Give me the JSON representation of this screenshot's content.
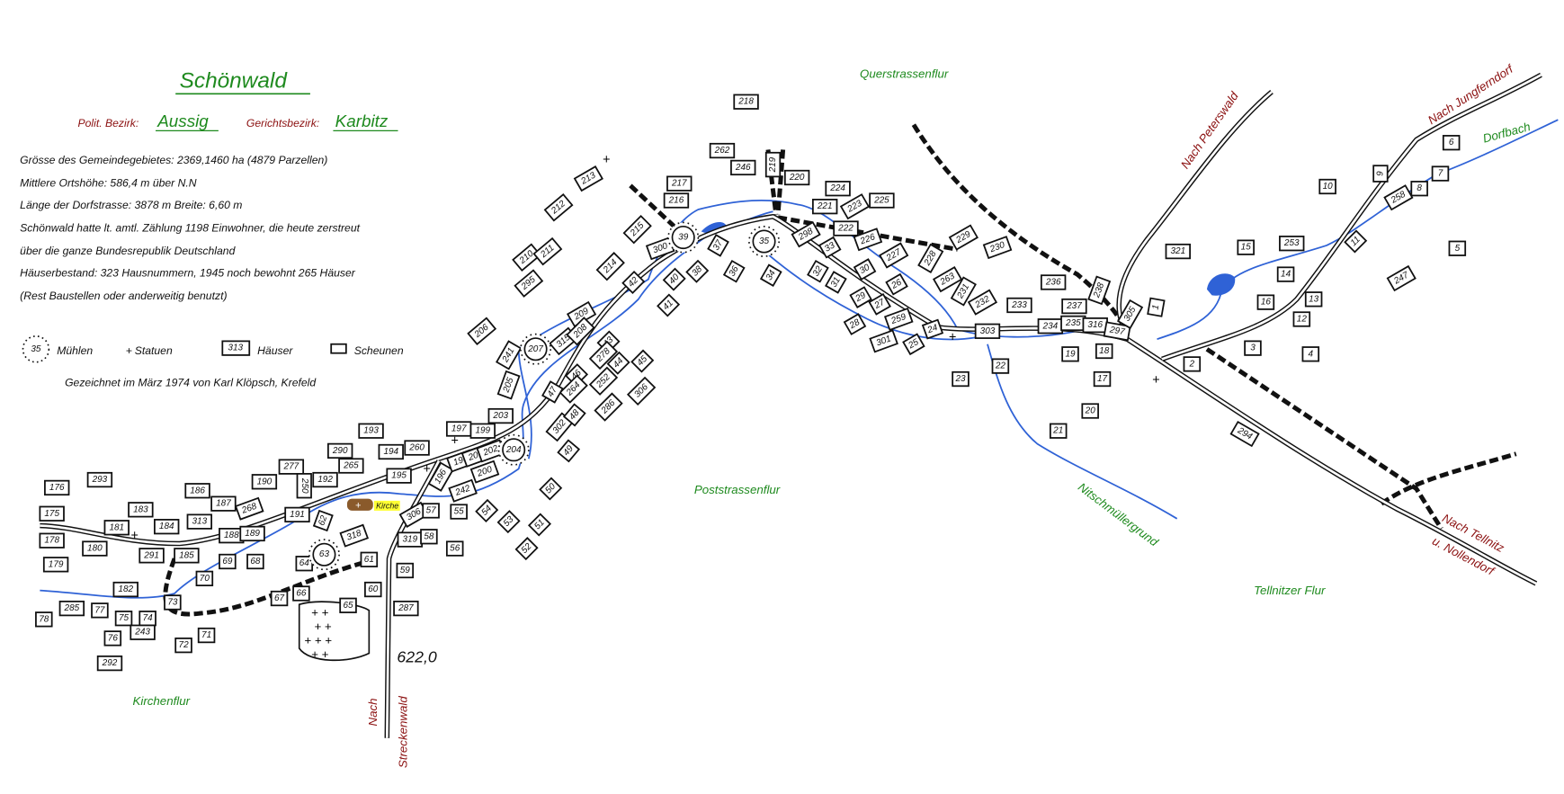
{
  "header": {
    "title": "Schönwald",
    "polit_label": "Polit. Bezirk:",
    "polit_value": "Aussig",
    "gericht_label": "Gerichtsbezirk:",
    "gericht_value": "Karbitz",
    "lines": [
      "Grösse des Gemeindegebietes: 2369,1460 ha (4879 Parzellen)",
      "Mittlere Ortshöhe: 586,4 m über N.N",
      "Länge der Dorfstrasse: 3878 m      Breite: 6,60 m",
      "Schönwald hatte lt. amtl. Zählung 1198 Einwohner, die heute zerstreut",
      "über die ganze Bundesrepublik Deutschland",
      "Häuserbestand: 323 Hausnummern, 1945 noch bewohnt 265 Häuser",
      "(Rest Baustellen oder anderweitig benutzt)"
    ],
    "credit": "Gezeichnet im März 1974 von Karl Klöpsch, Krefeld"
  },
  "legend": {
    "mill_number": "35",
    "mill_label": "Mühlen",
    "statue_symbol": "+",
    "statue_label": "Statuen",
    "house_number": "313",
    "house_label": "Häuser",
    "barn_label": "Scheunen"
  },
  "fields": {
    "querstrassenflur": "Querstrassenflur",
    "poststrassenflur": "Poststrassenflur",
    "kirchenflur": "Kirchenflur",
    "tellnitzer": "Tellnitzer Flur",
    "nitschmuellergrund": "Nitschmüllergrund",
    "dorfbach": "Dorfbach"
  },
  "directions": {
    "peterswald": "Nach Peterswald",
    "jungferndorf": "Nach Jungferndorf",
    "tellnitz1": "Nach Tellnitz",
    "tellnitz2": "u. Nollendorf",
    "nach": "Nach",
    "streckenwald": "Streckenwald"
  },
  "elevation": "622,0",
  "church_label": "Kirche",
  "mills": [
    "63",
    "207",
    "39",
    "35",
    "204"
  ],
  "houses": [
    "176",
    "293",
    "175",
    "183",
    "178",
    "181",
    "180",
    "179",
    "184",
    "313",
    "186",
    "187",
    "268",
    "190",
    "277",
    "250",
    "192",
    "290",
    "265",
    "193",
    "194",
    "260",
    "197",
    "199",
    "203",
    "195",
    "196",
    "198",
    "201",
    "202",
    "200",
    "242",
    "191",
    "188",
    "189",
    "62",
    "318",
    "291",
    "185",
    "69",
    "68",
    "64",
    "61",
    "70",
    "59",
    "60",
    "182",
    "73",
    "285",
    "77",
    "75",
    "74",
    "78",
    "243",
    "76",
    "72",
    "71",
    "67",
    "66",
    "65",
    "287",
    "292",
    "306",
    "57",
    "319",
    "58",
    "55",
    "56",
    "54",
    "53",
    "52",
    "51",
    "50",
    "206",
    "241",
    "205",
    "210",
    "211",
    "295",
    "212",
    "213",
    "215",
    "214",
    "300",
    "217",
    "216",
    "218",
    "262",
    "246",
    "219",
    "220",
    "209",
    "315",
    "208",
    "42",
    "43",
    "44",
    "278",
    "40",
    "38",
    "37",
    "36",
    "34",
    "41",
    "45",
    "46",
    "264",
    "252",
    "306",
    "286",
    "47",
    "302",
    "48",
    "49",
    "298",
    "221",
    "224",
    "223",
    "225",
    "222",
    "226",
    "227",
    "33",
    "32",
    "31",
    "30",
    "26",
    "29",
    "27",
    "259",
    "28",
    "24",
    "301",
    "25",
    "228",
    "263",
    "231",
    "232",
    "229",
    "230",
    "233",
    "236",
    "237",
    "238",
    "303",
    "234",
    "235",
    "316",
    "297",
    "22",
    "23",
    "19",
    "18",
    "17",
    "20",
    "21",
    "305",
    "1",
    "321",
    "15",
    "253",
    "14",
    "16",
    "13",
    "12",
    "3",
    "4",
    "2",
    "294",
    "11",
    "258",
    "8",
    "7",
    "6",
    "9",
    "10",
    "5",
    "247"
  ],
  "colors": {
    "stream": "#2f62d6",
    "field_label": "#1e8a1e",
    "direction_label": "#8b1010",
    "church": "#8a5a2b",
    "church_highlight": "#ffff33"
  }
}
